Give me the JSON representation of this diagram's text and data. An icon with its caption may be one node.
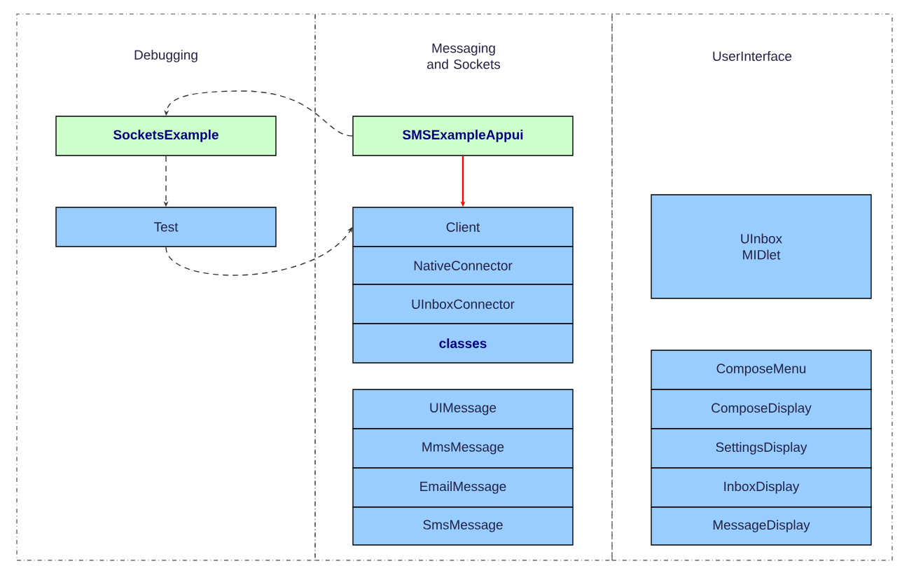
{
  "diagram": {
    "nodes": [
      {
        "text": [
          "Debugging"
        ]
      },
      {
        "text": [
          "Messaging and Sockets"
        ]
      },
      {
        "text": [
          "UserInterface"
        ]
      },
      {
        "text": [
          "SocketsExample"
        ],
        "in": 0
      },
      {
        "text": [
          "Test"
        ],
        "in": 0
      },
      {
        "text": [
          "SMSExampleAppui"
        ],
        "in": 1
      },
      {
        "text": [
          "Client"
        ],
        "in": 1
      },
      {
        "text": [
          "NativeConnector"
        ],
        "in": 1
      },
      {
        "text": [
          "UInboxConnector"
        ],
        "in": 1
      },
      {
        "text": [
          "classes"
        ],
        "in": 1
      },
      {
        "text": [
          "UIMessage"
        ],
        "in": 1
      },
      {
        "text": [
          "MmsMessage"
        ],
        "in": 1
      },
      {
        "text": [
          "EmailMessage"
        ],
        "in": 1
      },
      {
        "text": [
          "SmsMessage"
        ],
        "in": 1
      },
      {
        "text": [
          "UInbox MIDlet"
        ],
        "in": 2
      },
      {
        "text": [
          "ComposeMenu"
        ],
        "in": 2
      },
      {
        "text": [
          "ComposeDisplay"
        ],
        "in": 2
      },
      {
        "text": [
          "SettingsDisplay"
        ],
        "in": 2
      },
      {
        "text": [
          "InboxDisplay"
        ],
        "in": 2
      },
      {
        "text": [
          "MessageDisplay"
        ],
        "in": 2
      }
    ],
    "edges": [
      {
        "from": 5,
        "to": 3,
        "arrow": "to",
        "style": "dashed"
      },
      {
        "from": 3,
        "to": 4,
        "arrow": "to",
        "style": "dashed"
      },
      {
        "from": 4,
        "to": 6,
        "arrow": "to",
        "style": "dashed"
      },
      {
        "from": 5,
        "to": 6,
        "arrow": "to",
        "color": "#ff0000"
      }
    ]
  }
}
